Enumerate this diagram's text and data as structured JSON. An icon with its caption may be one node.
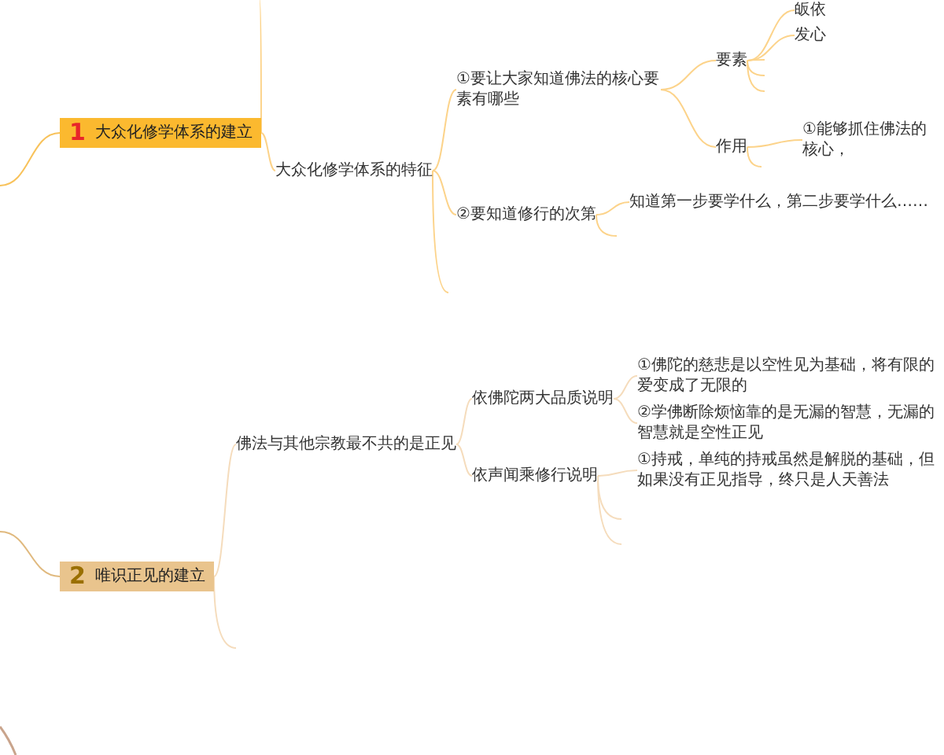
{
  "diagram": {
    "nodes": [
      {
        "text": [
          "1",
          "大众化修学体系的建立"
        ]
      },
      {
        "text": [
          "大众化修学体系的特征"
        ]
      },
      {
        "text": [
          "①要让大家知道佛法的核心要素有哪些"
        ]
      },
      {
        "text": [
          "②要知道修行的次第"
        ]
      },
      {
        "text": [
          "要素"
        ]
      },
      {
        "text": [
          "作用"
        ]
      },
      {
        "text": [
          "皈依"
        ]
      },
      {
        "text": [
          "发心"
        ]
      },
      {
        "text": [
          "①能够抓住佛法的核心，"
        ]
      },
      {
        "text": [
          "知道第一步要学什么，第二步要学什么……"
        ]
      },
      {
        "text": [
          "2",
          "唯识正见的建立"
        ]
      },
      {
        "text": [
          "佛法与其他宗教最不共的是正见"
        ]
      },
      {
        "text": [
          "依佛陀两大品质说明"
        ]
      },
      {
        "text": [
          "依声闻乘修行说明"
        ]
      },
      {
        "text": [
          "①佛陀的慈悲是以空性见为基础，将有限的爱变成了无限的"
        ]
      },
      {
        "text": [
          "②学佛断除烦恼靠的是无漏的智慧，无漏的智慧就是空性正见"
        ]
      },
      {
        "text": [
          "①持戒，单纯的持戒虽然是解脱的基础，但如果没有正见指导，终只是人天善法"
        ]
      }
    ],
    "edges": [
      {
        "from": null,
        "to": 0,
        "arrow": "none",
        "color": "#f8c25a"
      },
      {
        "from": 0,
        "to": null,
        "arrow": "none"
      },
      {
        "from": 0,
        "to": 1,
        "arrow": "none"
      },
      {
        "from": 1,
        "to": 2,
        "arrow": "none"
      },
      {
        "from": 1,
        "to": 3,
        "arrow": "none"
      },
      {
        "from": 1,
        "to": null,
        "arrow": "none"
      },
      {
        "from": 2,
        "to": 4,
        "arrow": "none"
      },
      {
        "from": 2,
        "to": 5,
        "arrow": "none"
      },
      {
        "from": 4,
        "to": 6,
        "arrow": "none"
      },
      {
        "from": 4,
        "to": 7,
        "arrow": "none"
      },
      {
        "from": 4,
        "to": null,
        "arrow": "none"
      },
      {
        "from": 4,
        "to": null,
        "arrow": "none"
      },
      {
        "from": 4,
        "to": null,
        "arrow": "none"
      },
      {
        "from": 5,
        "to": 8,
        "arrow": "none"
      },
      {
        "from": 5,
        "to": null,
        "arrow": "none"
      },
      {
        "from": 3,
        "to": 9,
        "arrow": "none"
      },
      {
        "from": 3,
        "to": null,
        "arrow": "none"
      },
      {
        "from": null,
        "to": 10,
        "arrow": "none",
        "color": "#e0b97e"
      },
      {
        "from": 10,
        "to": 11,
        "arrow": "none",
        "color": "#f5dcbc"
      },
      {
        "from": 10,
        "to": null,
        "arrow": "none",
        "color": "#f5dcbc"
      },
      {
        "from": 11,
        "to": 12,
        "arrow": "none",
        "color": "#f5dcbc"
      },
      {
        "from": 11,
        "to": 13,
        "arrow": "none",
        "color": "#f5dcbc"
      },
      {
        "from": 12,
        "to": 14,
        "arrow": "none",
        "color": "#f5dcbc"
      },
      {
        "from": 12,
        "to": 15,
        "arrow": "none",
        "color": "#f5dcbc"
      },
      {
        "from": 13,
        "to": 16,
        "arrow": "none",
        "color": "#f5dcbc"
      },
      {
        "from": 13,
        "to": null,
        "arrow": "none",
        "color": "#f5dcbc"
      },
      {
        "from": 13,
        "to": null,
        "arrow": "none",
        "color": "#f5dcbc"
      }
    ]
  }
}
